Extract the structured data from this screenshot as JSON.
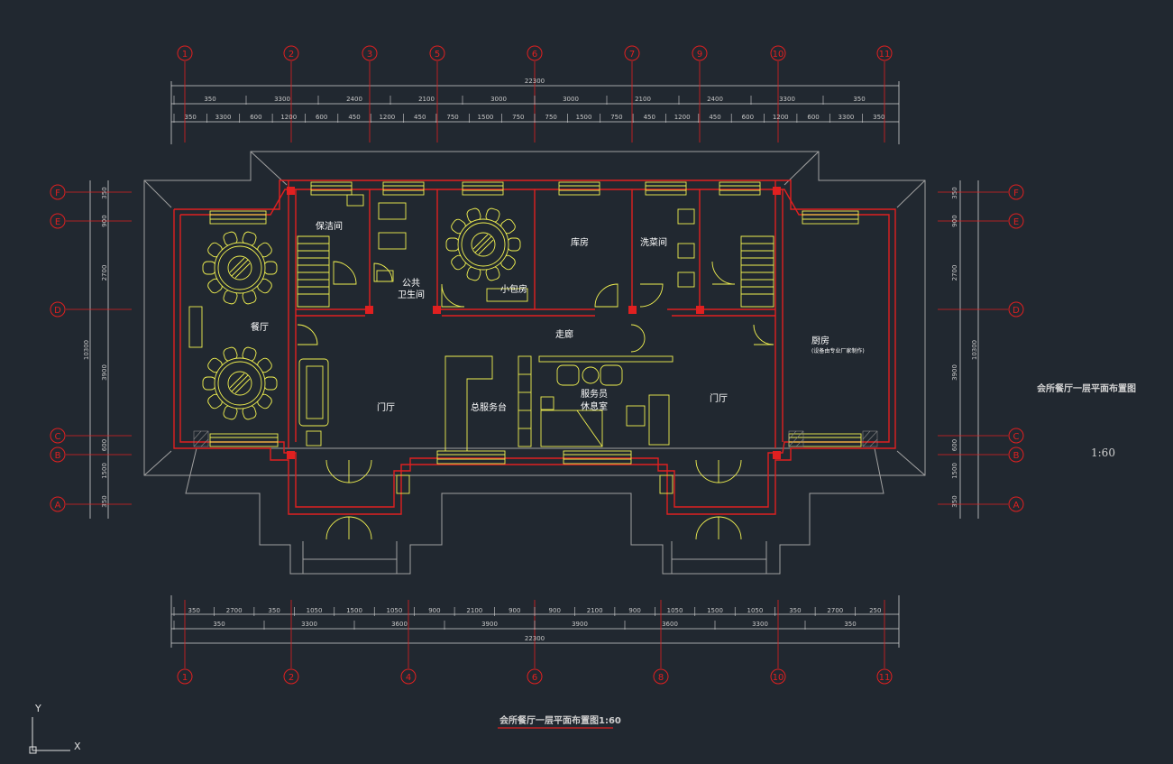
{
  "drawing": {
    "title_side": "会所餐厅一层平面布置图",
    "scale": "1:60",
    "title_bottom": "会所餐厅一层平面布置图1:60"
  },
  "grid": {
    "top_axes": [
      "1",
      "2",
      "3",
      "5",
      "6",
      "7",
      "9",
      "10",
      "11"
    ],
    "bottom_axes": [
      "1",
      "2",
      "4",
      "6",
      "8",
      "10",
      "11"
    ],
    "left_axes": [
      "F",
      "E",
      "D",
      "C",
      "B",
      "A"
    ],
    "right_axes": [
      "F",
      "E",
      "D",
      "C",
      "B",
      "A"
    ]
  },
  "dimensions": {
    "top_total": "22300",
    "top_row1": [
      "350",
      "3300",
      "2400",
      "2100",
      "3000",
      "3000",
      "2100",
      "2400",
      "3300",
      "350"
    ],
    "top_row2": [
      "350",
      "3300",
      "600",
      "1200",
      "600",
      "450",
      "1200",
      "450",
      "750",
      "1500",
      "750",
      "750",
      "1500",
      "750",
      "450",
      "1200",
      "450",
      "600",
      "1200",
      "600",
      "3300",
      "350"
    ],
    "bottom_row1": [
      "350",
      "2700",
      "350",
      "1050",
      "1500",
      "1050",
      "900",
      "2100",
      "900",
      "900",
      "2100",
      "900",
      "1050",
      "1500",
      "1050",
      "350",
      "2700",
      "250"
    ],
    "bottom_row2": [
      "350",
      "3300",
      "3600",
      "3900",
      "3900",
      "3600",
      "3300",
      "350"
    ],
    "bottom_total": "22300",
    "left_row1": [
      "350",
      "900",
      "2700",
      "3900",
      "600",
      "1500",
      "350"
    ],
    "left_total": "10300",
    "right_row1": [
      "350",
      "900",
      "2700",
      "3900",
      "600",
      "1500",
      "350"
    ],
    "right_total": "10300"
  },
  "rooms": {
    "cleaning": "保洁间",
    "public_wc_1": "公共",
    "public_wc_2": "卫生间",
    "private_room": "小包房",
    "storage": "库房",
    "dishwash": "洗菜间",
    "dining": "餐厅",
    "corridor": "走廊",
    "kitchen": "厨房",
    "kitchen_note": "(设备由专业厂家制作)",
    "lobby_left": "门厅",
    "lobby_right": "门厅",
    "front_desk": "总服务台",
    "staff_lounge_1": "服务员",
    "staff_lounge_2": "休息室"
  },
  "ucs": {
    "y": "Y",
    "x": "X"
  }
}
